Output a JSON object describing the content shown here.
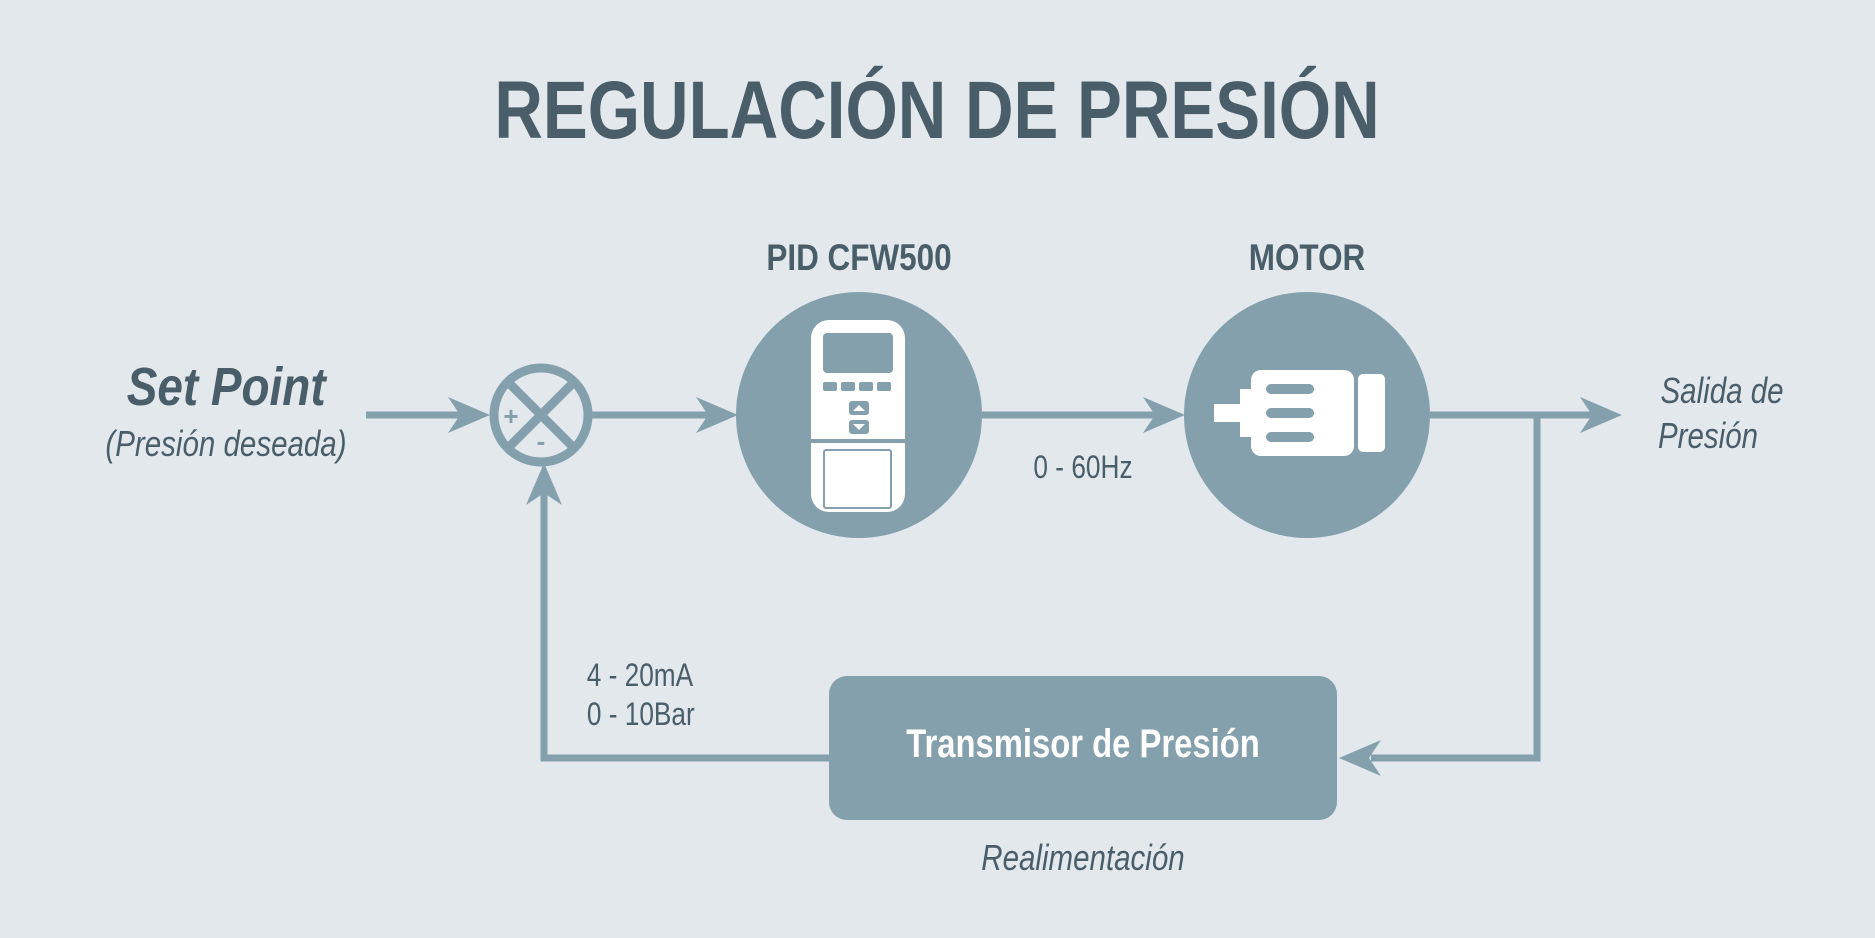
{
  "title": "REGULACIÓN DE PRESIÓN",
  "setpoint": {
    "label": "Set Point",
    "sublabel": "(Presión deseada)"
  },
  "summing_junction": {
    "plus": "+",
    "minus": "-"
  },
  "controller": {
    "label": "PID CFW500",
    "icon": "frequency-inverter-icon"
  },
  "motor": {
    "label": "MOTOR",
    "icon": "electric-motor-icon"
  },
  "signals": {
    "controller_to_motor": "0 - 60Hz",
    "feedback_line1": "4 - 20mA",
    "feedback_line2": "0 - 10Bar"
  },
  "output": {
    "line1": "Salida de",
    "line2": "Presión"
  },
  "transmitter": {
    "label": "Transmisor de Presión",
    "caption": "Realimentación"
  },
  "colors": {
    "background": "#e2e8ec",
    "accent": "#84a0ad",
    "text": "#4a5e69"
  }
}
